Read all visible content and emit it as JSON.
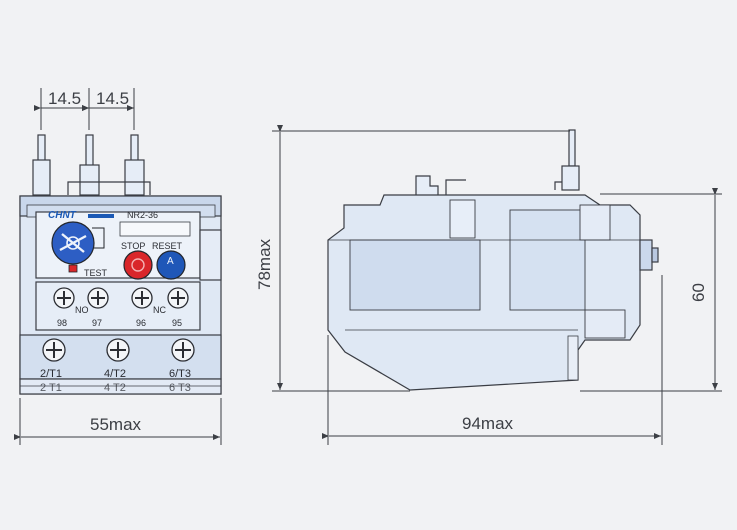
{
  "dimensions": {
    "terminal_pitch_left": "14.5",
    "terminal_pitch_right": "14.5",
    "front_width": "55max",
    "height_overall": "78max",
    "side_length": "94max",
    "side_height": "60"
  },
  "device": {
    "brand": "CHNT",
    "model": "NR2-36",
    "test_label": "TEST",
    "stop_label": "STOP",
    "reset_label": "RESET",
    "reset_button_text": "A",
    "no_label": "NO",
    "nc_label": "NC",
    "aux_terminals": [
      "98",
      "97",
      "96",
      "95"
    ],
    "main_terminals": [
      "2/T1",
      "4/T2",
      "6/T3"
    ],
    "bottom_terminals": [
      "2 T1",
      "4 T2",
      "6 T3"
    ]
  },
  "colors": {
    "background": "#f1f2f4",
    "body_light": "#dfe8f4",
    "body_mid": "#c6d5ea",
    "outline": "#3a3d44",
    "dial_blue": "#2d5ec4",
    "stop_red": "#d9262a",
    "reset_blue": "#1f57b8",
    "brand_blue": "#1b59b5"
  }
}
